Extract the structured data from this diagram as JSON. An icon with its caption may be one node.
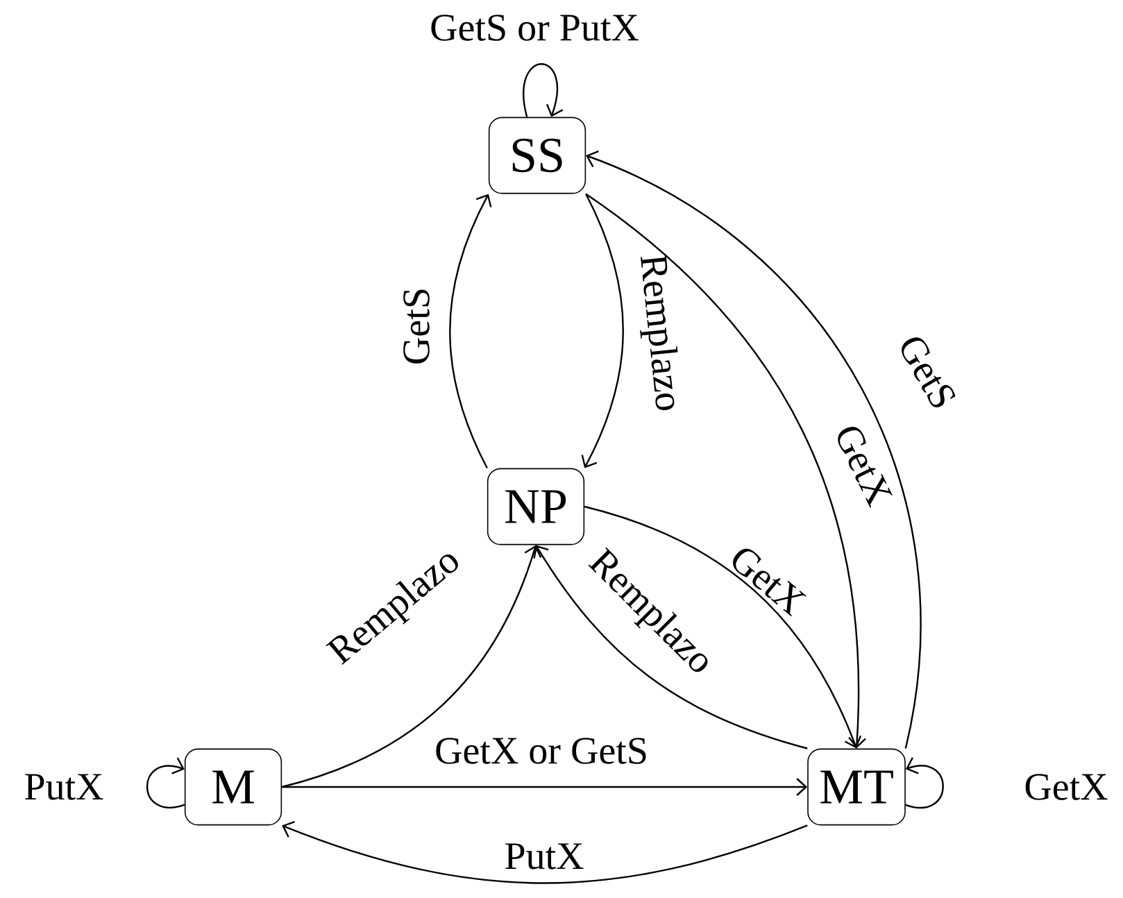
{
  "diagram": {
    "nodes": [
      {
        "text": [
          "SS"
        ]
      },
      {
        "text": [
          "NP"
        ]
      },
      {
        "text": [
          "M"
        ]
      },
      {
        "text": [
          "MT"
        ]
      }
    ],
    "edges": [
      {
        "from": 0,
        "to": 0,
        "arrow": "to",
        "label": "GetS or PutX"
      },
      {
        "from": 1,
        "to": 0,
        "arrow": "to",
        "label": "GetS"
      },
      {
        "from": 0,
        "to": 1,
        "arrow": "to",
        "label": "Remplazo"
      },
      {
        "from": 0,
        "to": 3,
        "arrow": "to",
        "label": "GetX"
      },
      {
        "from": 3,
        "to": 0,
        "arrow": "to",
        "label": "GetS"
      },
      {
        "from": 1,
        "to": 3,
        "arrow": "to",
        "label": "GetX"
      },
      {
        "from": 3,
        "to": 1,
        "arrow": "to",
        "label": "Remplazo"
      },
      {
        "from": 2,
        "to": 1,
        "arrow": "to",
        "label": "Remplazo"
      },
      {
        "from": 2,
        "to": 3,
        "arrow": "to",
        "label": "GetX or GetS"
      },
      {
        "from": 3,
        "to": 2,
        "arrow": "to",
        "label": "PutX"
      },
      {
        "from": 2,
        "to": 2,
        "arrow": "to",
        "label": "PutX"
      },
      {
        "from": 3,
        "to": 3,
        "arrow": "to",
        "label": "GetX"
      }
    ]
  }
}
